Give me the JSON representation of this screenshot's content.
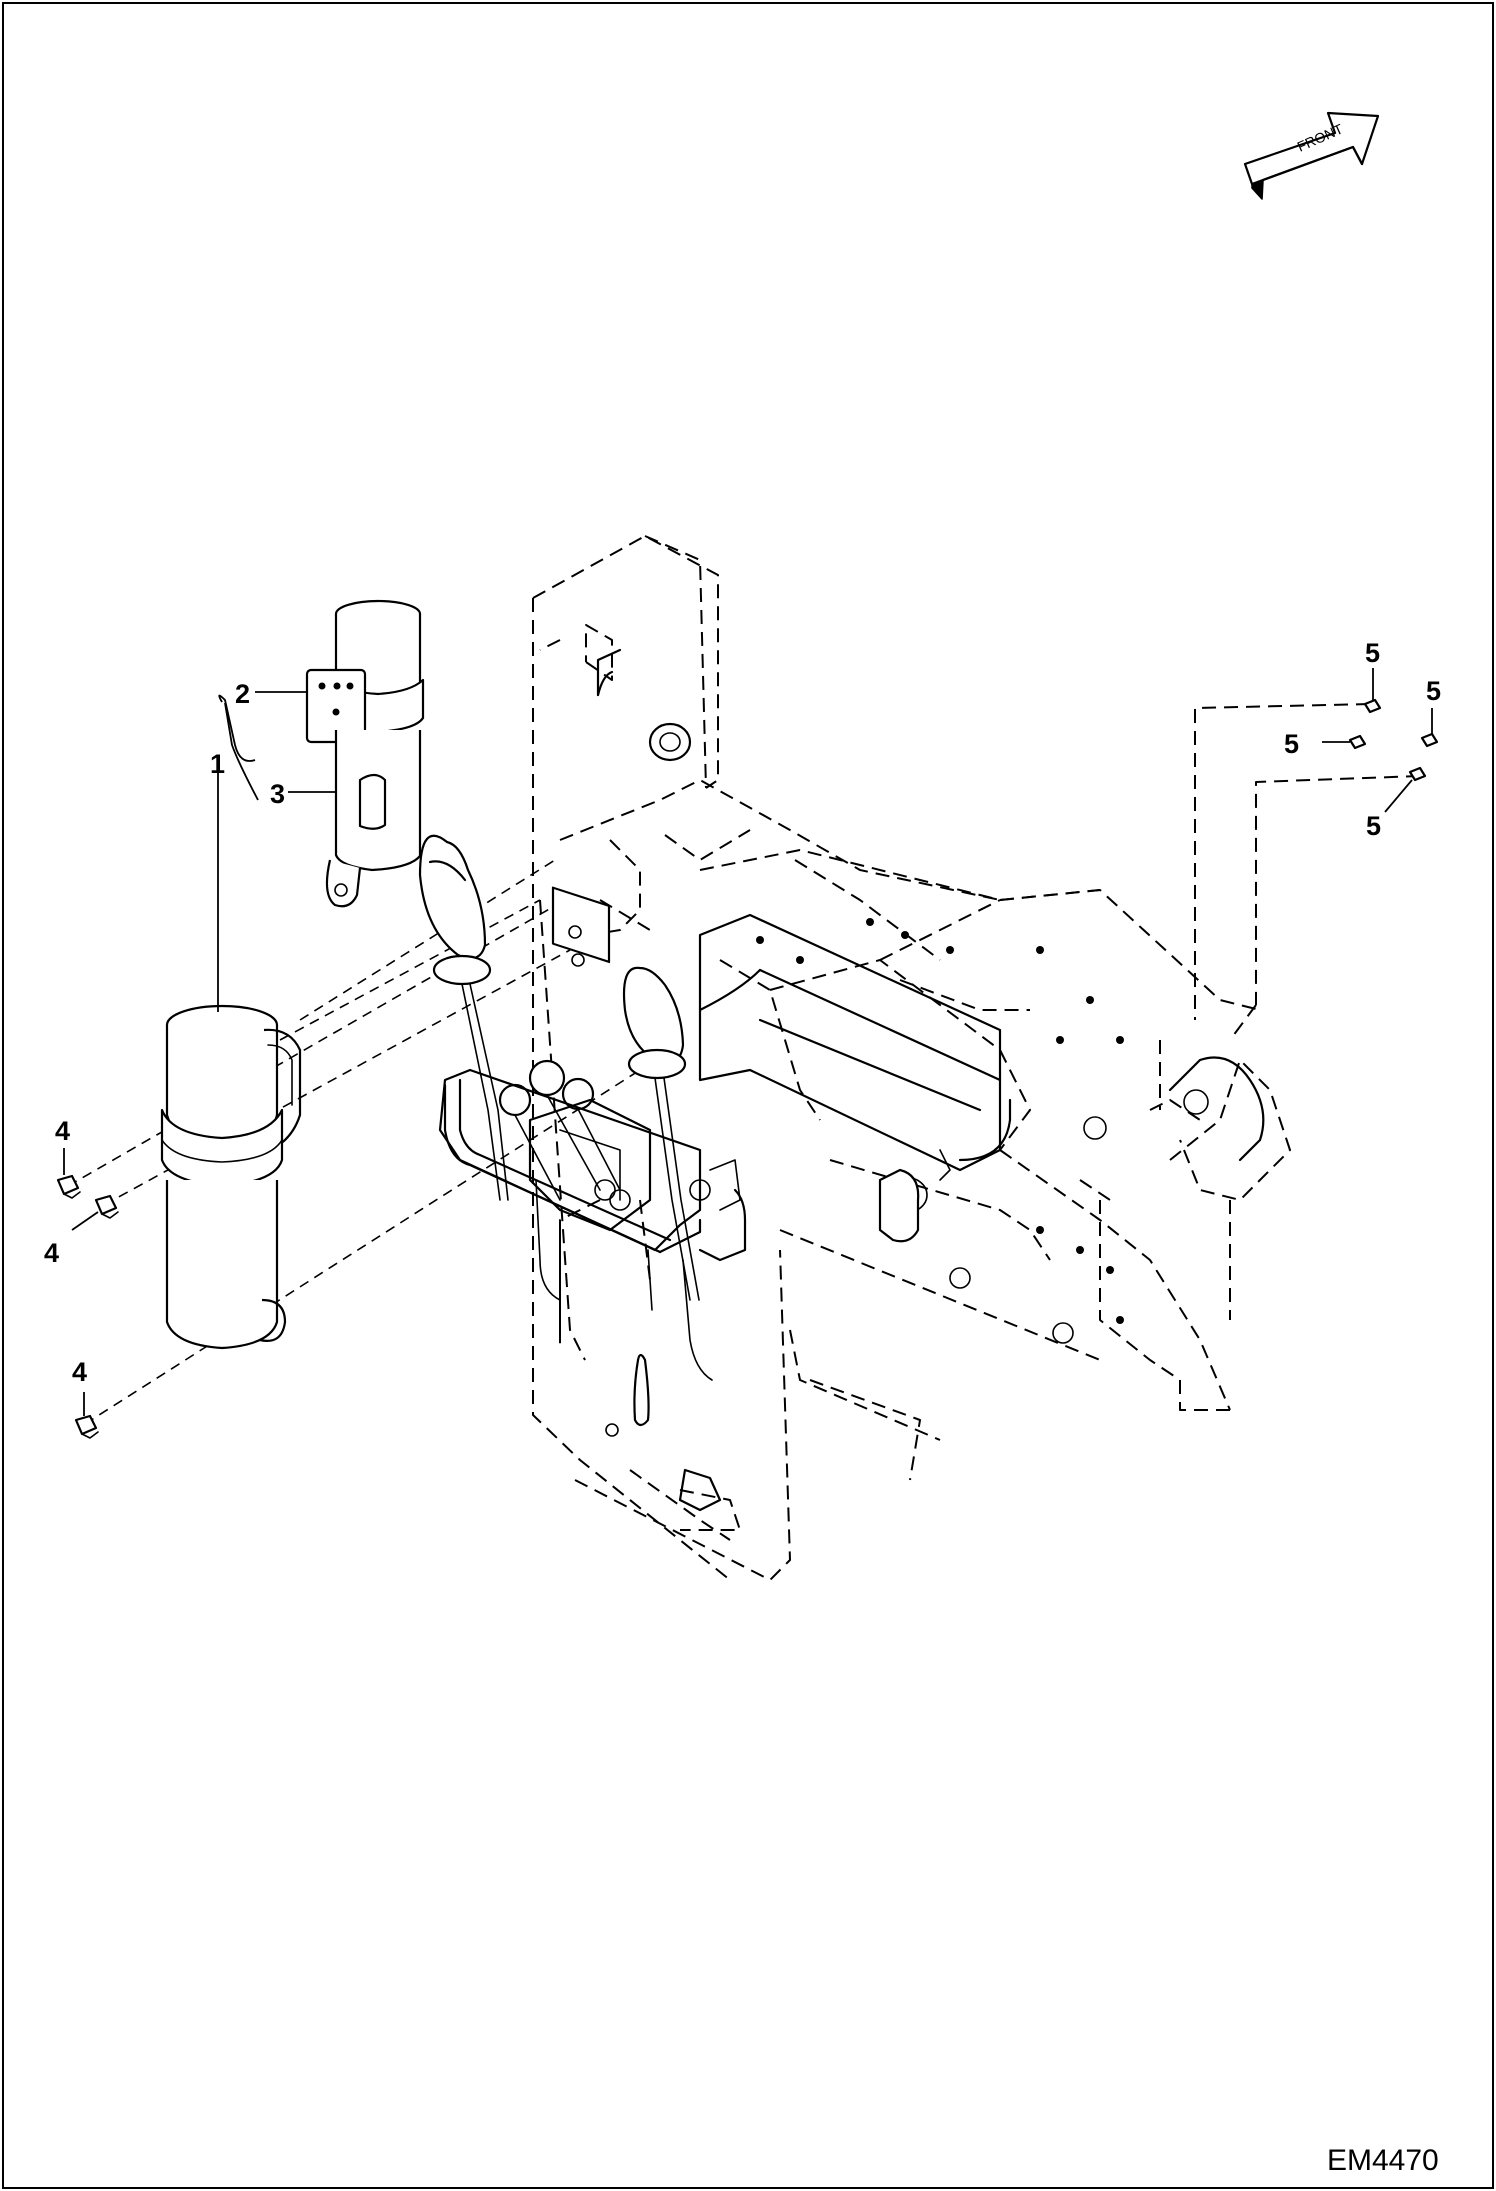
{
  "diagram": {
    "orientation_label": "FRONT",
    "drawing_number": "EM4470",
    "callouts": [
      {
        "id": "callout-1",
        "label": "1"
      },
      {
        "id": "callout-2",
        "label": "2"
      },
      {
        "id": "callout-3",
        "label": "3"
      },
      {
        "id": "callout-4a",
        "label": "4"
      },
      {
        "id": "callout-4b",
        "label": "4"
      },
      {
        "id": "callout-4c",
        "label": "4"
      },
      {
        "id": "callout-5a",
        "label": "5"
      },
      {
        "id": "callout-5b",
        "label": "5"
      },
      {
        "id": "callout-5c",
        "label": "5"
      },
      {
        "id": "callout-5d",
        "label": "5"
      }
    ],
    "icons": {
      "front_arrow": "front-arrow-icon"
    }
  }
}
